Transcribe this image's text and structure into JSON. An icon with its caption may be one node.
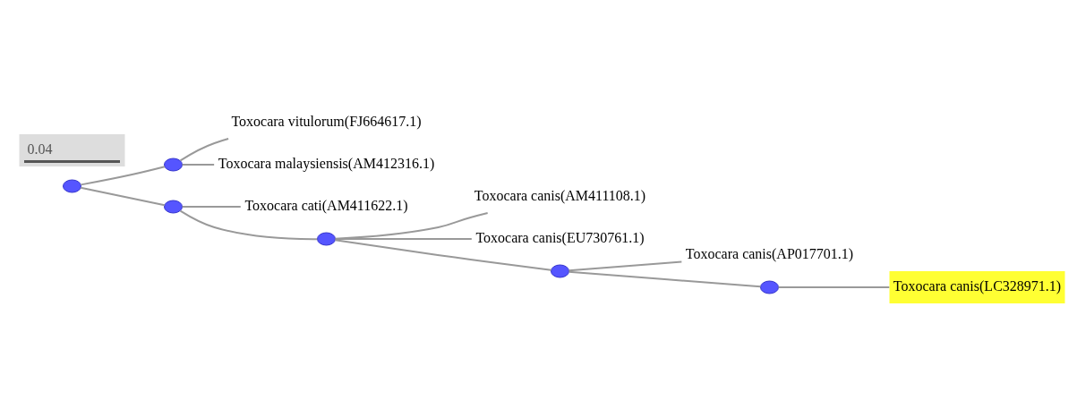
{
  "diagram": {
    "nodes": [
      {
        "text": [],
        "shape": "circle"
      },
      {
        "text": [],
        "shape": "circle"
      },
      {
        "text": [
          "Toxocara vitulorum(FJ664617.1)"
        ]
      },
      {
        "text": [
          "Toxocara malaysiensis(AM412316.1)"
        ]
      },
      {
        "text": [],
        "shape": "circle"
      },
      {
        "text": [
          "Toxocara cati(AM411622.1)"
        ]
      },
      {
        "text": [],
        "shape": "circle"
      },
      {
        "text": [
          "Toxocara canis(AM411108.1)"
        ]
      },
      {
        "text": [
          "Toxocara canis(EU730761.1)"
        ]
      },
      {
        "text": [],
        "shape": "circle"
      },
      {
        "text": [
          "Toxocara canis(AP017701.1)"
        ]
      },
      {
        "text": [],
        "shape": "circle"
      },
      {
        "text": [
          "Toxocara canis(LC328971.1)"
        ]
      }
    ],
    "edges": [
      {
        "from": 0,
        "to": 1,
        "arrow": "none"
      },
      {
        "from": 1,
        "to": 2,
        "arrow": "none"
      },
      {
        "from": 1,
        "to": 3,
        "arrow": "none"
      },
      {
        "from": 0,
        "to": 4,
        "arrow": "none"
      },
      {
        "from": 4,
        "to": 5,
        "arrow": "none"
      },
      {
        "from": 4,
        "to": 6,
        "arrow": "none"
      },
      {
        "from": 6,
        "to": 7,
        "arrow": "none"
      },
      {
        "from": 6,
        "to": 8,
        "arrow": "none"
      },
      {
        "from": 6,
        "to": 9,
        "arrow": "none"
      },
      {
        "from": 9,
        "to": 10,
        "arrow": "none"
      },
      {
        "from": 9,
        "to": 11,
        "arrow": "none"
      },
      {
        "from": 11,
        "to": 12,
        "arrow": "none"
      }
    ],
    "labels": [
      "0.04"
    ]
  }
}
